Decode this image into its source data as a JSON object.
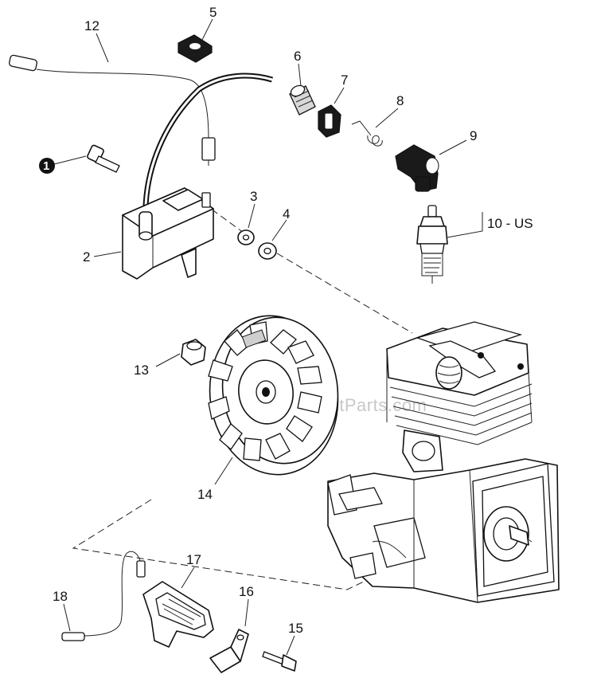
{
  "callouts": {
    "c1": "1",
    "c2": "2",
    "c3": "3",
    "c4": "4",
    "c5": "5",
    "c6": "6",
    "c7": "7",
    "c8": "8",
    "c9": "9",
    "c10": "10 - US",
    "c12": "12",
    "c13": "13",
    "c14": "14",
    "c15": "15",
    "c16": "16",
    "c17": "17",
    "c18": "18"
  },
  "watermark": "eReplacementParts.com",
  "colors": {
    "line": "#111111",
    "fill": "#ffffff",
    "shade": "#d8d8d8",
    "watermark": "#c9c9c9"
  }
}
